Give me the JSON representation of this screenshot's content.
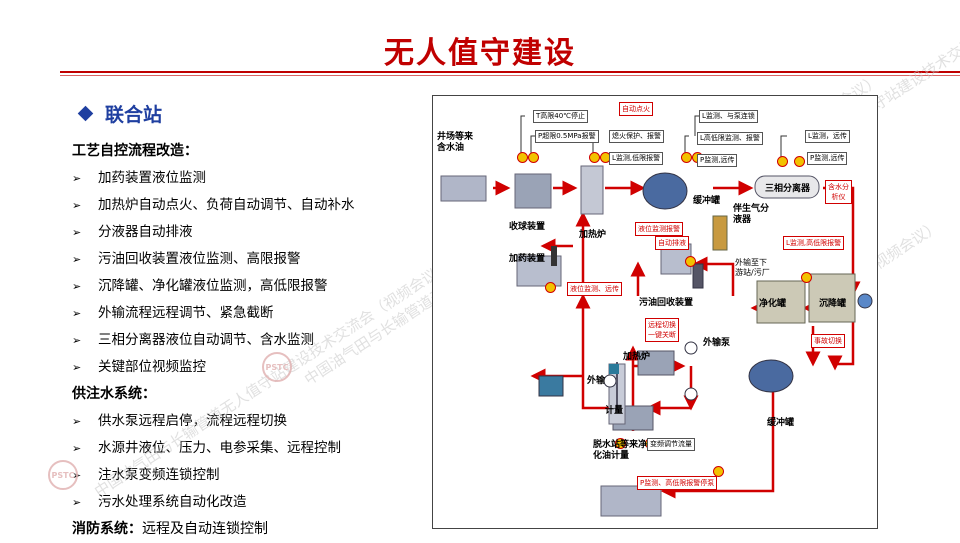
{
  "title": "无人值守建设",
  "section": "联合站",
  "left": {
    "h1": "工艺自控流程改造：",
    "g1": [
      "加药装置液位监测",
      "加热炉自动点火、负荷自动调节、自动补水",
      "分液器自动排液",
      "污油回收装置液位监测、高限报警",
      "沉降罐、净化罐液位监测，高低限报警",
      "外输流程远程调节、紧急截断",
      "三相分离器液位自动调节、含水监测",
      "关键部位视频监控"
    ],
    "h2": "供注水系统：",
    "g2": [
      "供水泵远程启停，流程远程切换",
      "水源井液位、压力、电参采集、远程控制",
      "注水泵变频连锁控制",
      "污水处理系统自动化改造"
    ],
    "h3": "消防系统：",
    "h3_rest": "远程及自动连锁控制"
  },
  "watermark": "中国油气田与长输管道无人值守站建设技术交流会（视频会议）",
  "logo": "PSTC",
  "diagram": {
    "labels": {
      "well": "井场等来\n含水油",
      "separator_unit": "收球装置",
      "dosing": "加药装置",
      "heater": "加热炉",
      "buffer_tank": "缓冲罐",
      "three_phase": "三相分离器",
      "associated_gas": "伴生气分\n液器",
      "oil_recovery": "污油回收装置",
      "to_wastewater": "外输至下\n游站/污厂",
      "purify_tank": "净化罐",
      "settle_tank": "沉降罐",
      "heater2": "加热炉",
      "export_pump": "外输泵",
      "export": "外输",
      "metering": "计量",
      "buffer_tank2": "缓冲罐",
      "dehydration": "脱水站等来净\n化油计量"
    },
    "boxes": {
      "t_high": "T高限40℃停止",
      "p_high": "P超限0.5MPa报警",
      "flame": "熄火保护、报警",
      "l_detect": "L监测,低限报警",
      "l_pump": "L监测、与泵连锁",
      "l_hilo": "L高低限监测、报警",
      "p_remote": "P监测,远传",
      "l_remote": "L监测，远传",
      "p_remote2": "P监测,远传",
      "variable": "变频调节流量"
    },
    "rboxes": {
      "auto_ignite": "自动点火",
      "auto_drain": "自动排液",
      "level_alarm": "液位监测报警",
      "level_remote": "液位监测、远传",
      "water_cut": "含水分\n析仪",
      "l_hilo_alarm": "L监测,高低限报警",
      "accident_switch": "事故切换",
      "remote_switch": "远程切换\n一键关断",
      "p_alarm": "P监测、高低限报警停泵"
    }
  }
}
